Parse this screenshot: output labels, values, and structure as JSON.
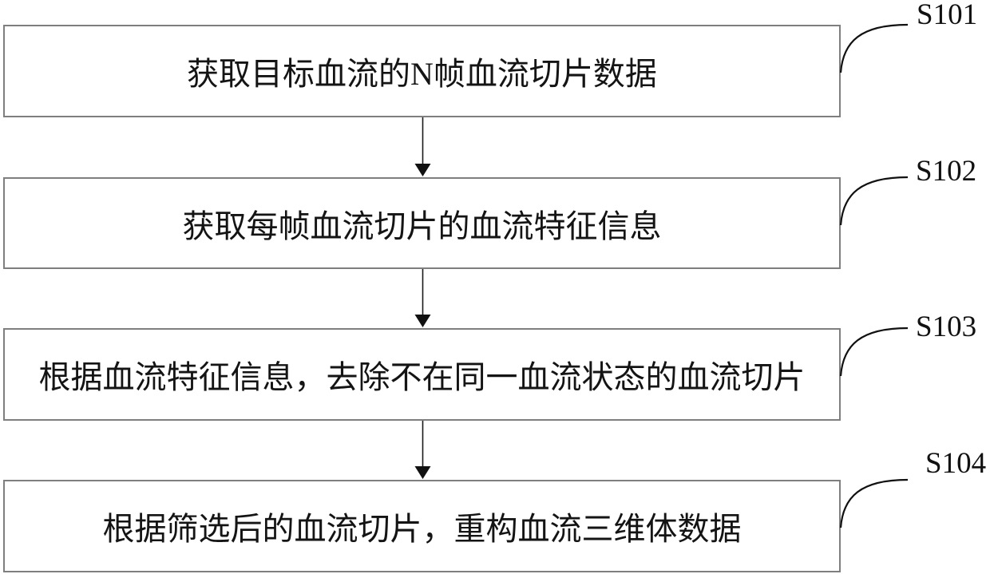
{
  "flowchart": {
    "steps": [
      {
        "id": "S101",
        "label": "获取目标血流的N帧血流切片数据"
      },
      {
        "id": "S102",
        "label": "获取每帧血流切片的血流特征信息"
      },
      {
        "id": "S103",
        "label": "根据血流特征信息，去除不在同一血流状态的血流切片"
      },
      {
        "id": "S104",
        "label": "根据筛选后的血流切片，重构血流三维体数据"
      }
    ],
    "colors": {
      "box_border": "#7f7f7f",
      "line": "#1a1a1a",
      "text": "#141414",
      "background": "#ffffff"
    }
  }
}
